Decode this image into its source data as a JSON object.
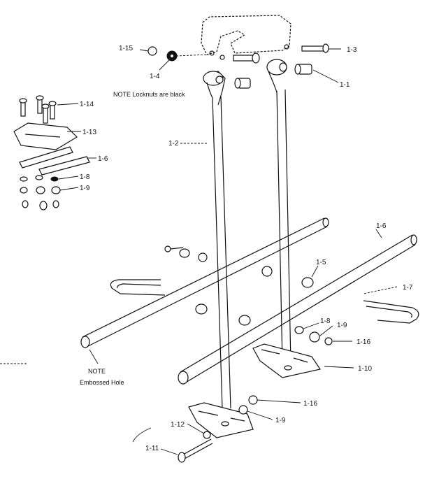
{
  "callouts": {
    "c_1_1": "1-1",
    "c_1_2": "1-2",
    "c_1_3": "1-3",
    "c_1_4": "1-4",
    "c_1_5": "1-5",
    "c_1_6_top": "1-6",
    "c_1_6_small": "1-6",
    "c_1_7": "1-7",
    "c_1_8_small": "1-8",
    "c_1_8": "1-8",
    "c_1_9_small": "1-9",
    "c_1_9_right": "1-9",
    "c_1_9_bottom": "1-9",
    "c_1_10": "1-10",
    "c_1_11": "1-11",
    "c_1_12": "1-12",
    "c_1_13": "1-13",
    "c_1_14": "1-14",
    "c_1_15": "1-15",
    "c_1_16_right": "1-16",
    "c_1_16_bottom": "1-16"
  },
  "notes": {
    "locknuts": "NOTE  Locknuts are black",
    "embossed_line1": "NOTE",
    "embossed_line2": "Embossed Hole"
  },
  "colors": {
    "ink": "#111111",
    "paper": "#ffffff"
  }
}
